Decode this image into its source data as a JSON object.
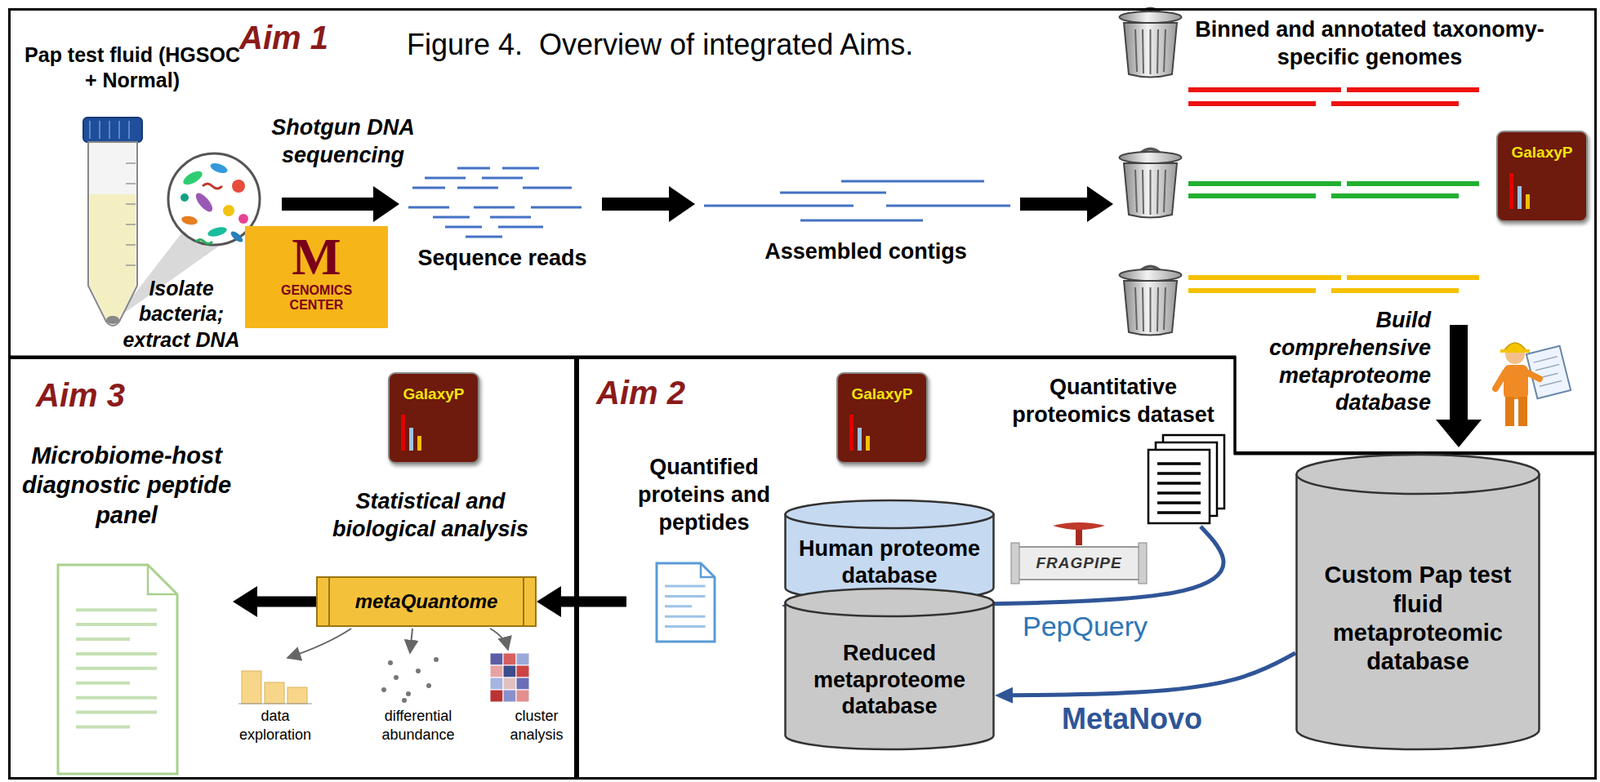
{
  "diagram": {
    "title": "Figure 4.  Overview of integrated Aims.",
    "nodes": [
      {
        "text": [
          "Aim 1"
        ]
      },
      {
        "text": [
          "M",
          "GENOMICS CENTER"
        ],
        "in": 0
      },
      {
        "text": [
          "GalaxyP"
        ],
        "in": 0
      },
      {
        "text": [
          "Aim 2"
        ]
      },
      {
        "text": [
          "GalaxyP"
        ],
        "in": 3
      },
      {
        "text": [
          "Quantitative proteomics dataset"
        ],
        "in": 3
      },
      {
        "text": [
          "Quantified proteins and peptides"
        ],
        "in": 3
      },
      {
        "text": [
          "Human proteome database"
        ],
        "in": 3
      },
      {
        "text": [
          "Reduced metaproteome database"
        ],
        "in": 3
      },
      {
        "text": [
          "FRAGPIPE"
        ],
        "in": 3
      },
      {
        "text": [
          "Custom Pap test fluid metaproteomic database"
        ],
        "in": 3
      },
      {
        "text": [
          "Aim 3"
        ]
      },
      {
        "text": [
          "GalaxyP"
        ],
        "in": 11
      },
      {
        "text": [
          "metaQuantome"
        ],
        "in": 11
      },
      {
        "text": [
          "Microbiome-host diagnostic peptide panel"
        ],
        "in": 11
      }
    ],
    "edges": [
      {
        "from": 5,
        "to": 6,
        "arrow": "to",
        "label": "PepQuery"
      },
      {
        "from": 10,
        "to": 8,
        "arrow": "to",
        "label": "MetaNovo"
      },
      {
        "from": 6,
        "to": 13,
        "arrow": "to"
      },
      {
        "from": 13,
        "to": 14,
        "arrow": "to"
      }
    ],
    "labels": [
      "Pap test fluid (HGSOC + Normal)",
      "Shotgun DNA sequencing",
      "Isolate bacteria; extract DNA",
      "Sequence reads",
      "Assembled contigs",
      "Binned and annotated taxonomy-specific genomes",
      "Build comprehensive metaproteome database",
      "Statistical and biological analysis",
      "data exploration",
      "differential abundance",
      "cluster analysis"
    ]
  }
}
